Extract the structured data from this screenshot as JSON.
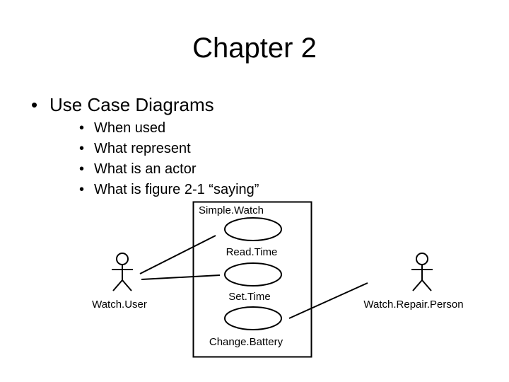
{
  "slide": {
    "title": "Chapter 2",
    "bullet": {
      "marker": "•",
      "text": "Use Case Diagrams",
      "subitems": [
        "When used",
        "What represent",
        "What is an actor",
        "What is figure 2-1 “saying”"
      ]
    }
  },
  "diagram": {
    "system_name": "Simple.Watch",
    "use_cases": [
      "Read.Time",
      "Set.Time",
      "Change.Battery"
    ],
    "actors": [
      "Watch.User",
      "Watch.Repair.Person"
    ]
  }
}
